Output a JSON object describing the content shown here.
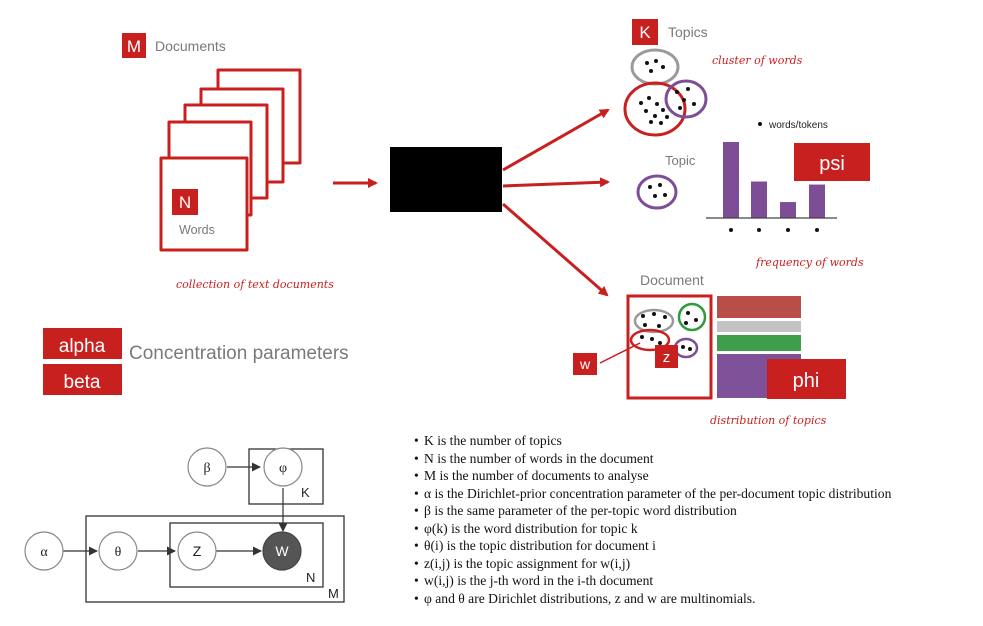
{
  "top_left": {
    "m_letter": "M",
    "documents_label": "Documents",
    "n_letter": "N",
    "words_label": "Words",
    "collection_caption": "collection of text documents"
  },
  "topics": {
    "k_letter": "K",
    "topics_label": "Topics",
    "cluster_caption": "cluster of words"
  },
  "topic_panel": {
    "topic_label": "Topic",
    "legend_text": "words/tokens",
    "psi_label": "psi",
    "frequency_caption": "frequency of words",
    "bar_heights": [
      1.0,
      0.48,
      0.21,
      0.44
    ]
  },
  "document_panel": {
    "document_label": "Document",
    "w_label": "w",
    "z_label": "z",
    "phi_label": "phi",
    "distribution_caption": "distribution of topics",
    "stack_colors": [
      "#b94d48",
      "#c3c3c3",
      "#3e9e4b",
      "#7f5199"
    ]
  },
  "params": {
    "alpha_label": "alpha",
    "beta_label": "beta",
    "concentration_label": "Concentration parameters"
  },
  "plate": {
    "beta": "β",
    "phi": "φ",
    "k": "K",
    "alpha": "α",
    "theta": "θ",
    "z": "Z",
    "w": "W",
    "n": "N",
    "m": "M"
  },
  "bullets": [
    "K is the number of topics",
    "N is the number of words in the document",
    "M is the number of documents to analyse",
    "α is the Dirichlet-prior concentration parameter of the per-document topic distribution",
    "β is the same parameter of the per-topic word distribution",
    "φ(k) is the word distribution for topic k",
    "θ(i) is the topic distribution for document i",
    "z(i,j) is the topic assignment for w(i,j)",
    "w(i,j) is the j-th word in the i-th document",
    "φ and θ are Dirichlet distributions, z and w are multinomials."
  ],
  "colors": {
    "accent_red": "#c8201f",
    "purple": "#7d4d96",
    "green": "#2f9a3c",
    "gray_cluster": "#9a9a9a",
    "node_dark": "#555555"
  }
}
